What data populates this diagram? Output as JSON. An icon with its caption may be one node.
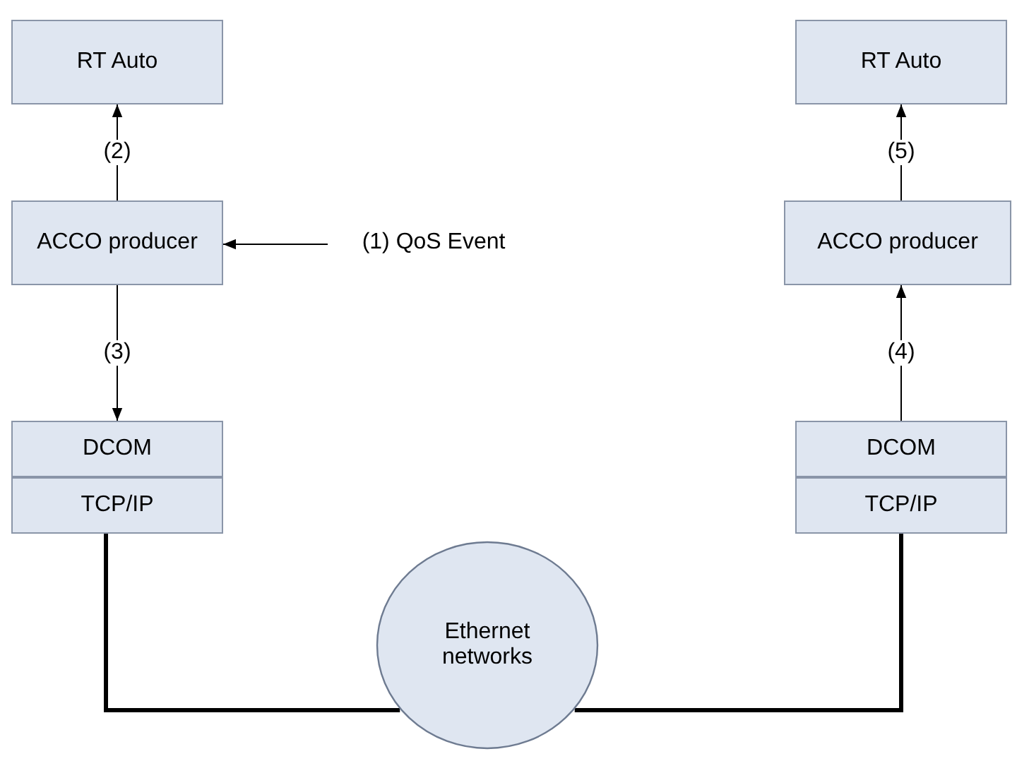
{
  "diagram": {
    "nodes": [
      {
        "text": [
          "RT Auto"
        ]
      },
      {
        "text": [
          "ACCO producer"
        ]
      },
      {
        "text": [
          "(1) QoS Event"
        ]
      },
      {
        "text": [
          "DCOM"
        ]
      },
      {
        "text": [
          "TCP/IP"
        ]
      },
      {
        "text": [
          "Ethernet networks"
        ]
      },
      {
        "text": [
          "RT Auto"
        ]
      },
      {
        "text": [
          "ACCO producer"
        ]
      },
      {
        "text": [
          "DCOM"
        ]
      },
      {
        "text": [
          "TCP/IP"
        ]
      }
    ],
    "edges": [
      {
        "from": 1,
        "to": 0,
        "arrow": "to",
        "label": "(2)"
      },
      {
        "from": 2,
        "to": 1,
        "arrow": "to"
      },
      {
        "from": 1,
        "to": 3,
        "arrow": "to",
        "label": "(3)"
      },
      {
        "from": 4,
        "to": 5,
        "arrow": "none",
        "style": "thick"
      },
      {
        "from": 5,
        "to": 9,
        "arrow": "none",
        "style": "thick"
      },
      {
        "from": 8,
        "to": 7,
        "arrow": "to",
        "label": "(4)"
      },
      {
        "from": 7,
        "to": 6,
        "arrow": "to",
        "label": "(5)"
      }
    ]
  }
}
